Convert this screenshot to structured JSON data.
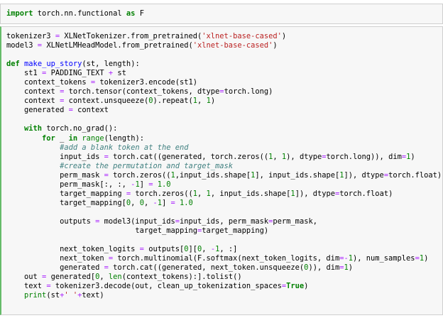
{
  "cells": [
    {
      "id": "cell-import",
      "lines": [
        "import torch.nn.functional as F"
      ]
    },
    {
      "id": "cell-story",
      "lines": [
        "tokenizer3 = XLNetTokenizer.from_pretrained('xlnet-base-cased')",
        "model3 = XLNetLMHeadModel.from_pretrained('xlnet-base-cased')",
        "",
        "def make_up_story(st, length):",
        "    st1 = PADDING_TEXT + st",
        "    context_tokens = tokenizer3.encode(st1)",
        "    context = torch.tensor(context_tokens, dtype=torch.long)",
        "    context = context.unsqueeze(0).repeat(1, 1)",
        "    generated = context",
        "",
        "    with torch.no_grad():",
        "        for _ in range(length):",
        "            #add a blank token at the end",
        "            input_ids = torch.cat((generated, torch.zeros((1, 1), dtype=torch.long)), dim=1)",
        "            #create the permutation and target_mask",
        "            perm_mask = torch.zeros((1,input_ids.shape[1], input_ids.shape[1]), dtype=torch.float)",
        "            perm_mask[:, :, -1] = 1.0",
        "            target_mapping = torch.zeros((1, 1, input_ids.shape[1]), dtype=torch.float)",
        "            target_mapping[0, 0, -1] = 1.0",
        "",
        "            outputs = model3(input_ids=input_ids, perm_mask=perm_mask,",
        "                             target_mapping=target_mapping)",
        "",
        "            next_token_logits = outputs[0][0, -1, :]",
        "            next_token = torch.multinomial(F.softmax(next_token_logits, dim=-1), num_samples=1)",
        "            generated = torch.cat((generated, next_token.unsqueeze(0)), dim=1)",
        "    out = generated[0, len(context_tokens):].tolist()",
        "    text = tokenizer3.decode(out, clean_up_tokenization_spaces=True)",
        "    print(st+' '+text)"
      ]
    }
  ]
}
